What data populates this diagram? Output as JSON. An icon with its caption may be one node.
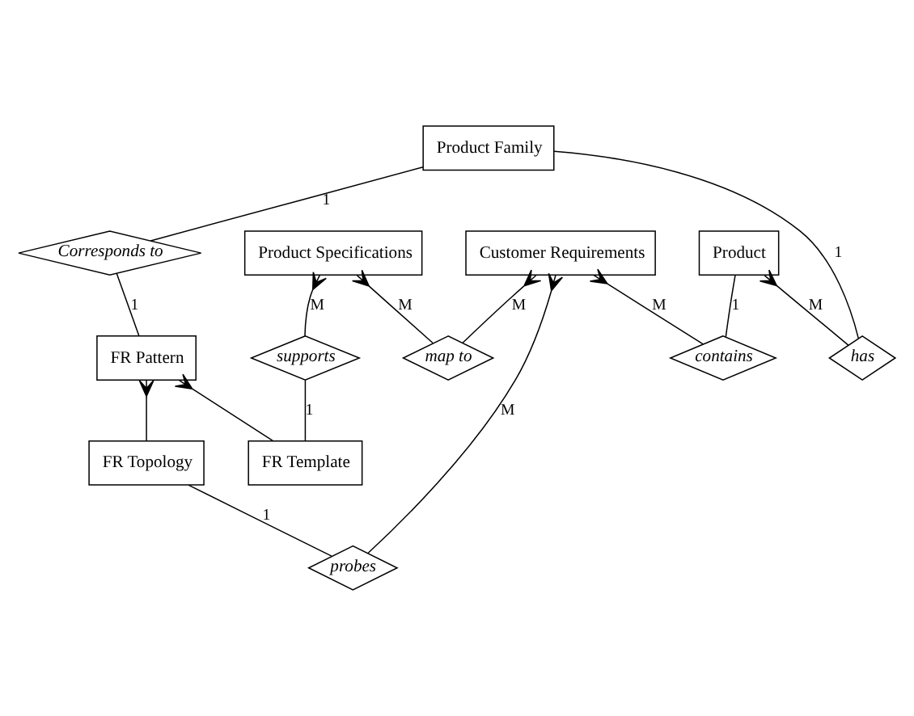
{
  "diagram": {
    "nodes": [
      {
        "text": [
          "Product Family"
        ]
      },
      {
        "text": [
          "Product Specifications"
        ]
      },
      {
        "text": [
          "Corresponds to"
        ]
      },
      {
        "text": [
          "supports"
        ]
      },
      {
        "text": [
          "FR Template"
        ]
      },
      {
        "text": [
          "FR Pattern"
        ]
      },
      {
        "text": [
          "FR Topology"
        ]
      },
      {
        "text": [
          "map to"
        ]
      },
      {
        "text": [
          "has"
        ]
      },
      {
        "text": [
          "probes"
        ]
      },
      {
        "text": [
          "Product"
        ]
      },
      {
        "text": [
          "contains"
        ]
      },
      {
        "text": [
          "Customer Requirements"
        ]
      }
    ],
    "edges": [
      {
        "from": 0,
        "to": 2,
        "arrow": "none",
        "label": "1"
      },
      {
        "from": 2,
        "to": 5,
        "arrow": "none",
        "label": "1"
      },
      {
        "from": 1,
        "to": 3,
        "arrow": "other",
        "label": "M"
      },
      {
        "from": 3,
        "to": 4,
        "arrow": "none",
        "label": "1"
      },
      {
        "from": 5,
        "to": 4,
        "arrow": "other"
      },
      {
        "from": 5,
        "to": 6,
        "arrow": "other"
      },
      {
        "from": 1,
        "to": 7,
        "arrow": "other",
        "label": "M"
      },
      {
        "from": 12,
        "to": 7,
        "arrow": "other",
        "label": "M"
      },
      {
        "from": 0,
        "to": 8,
        "arrow": "none",
        "label": "1"
      },
      {
        "from": 10,
        "to": 8,
        "arrow": "other",
        "label": "M"
      },
      {
        "from": 6,
        "to": 9,
        "arrow": "none",
        "label": "1"
      },
      {
        "from": 12,
        "to": 9,
        "arrow": "other",
        "label": "M"
      },
      {
        "from": 10,
        "to": 11,
        "arrow": "none",
        "label": "1"
      },
      {
        "from": 12,
        "to": 11,
        "arrow": "other",
        "label": "M"
      }
    ]
  }
}
